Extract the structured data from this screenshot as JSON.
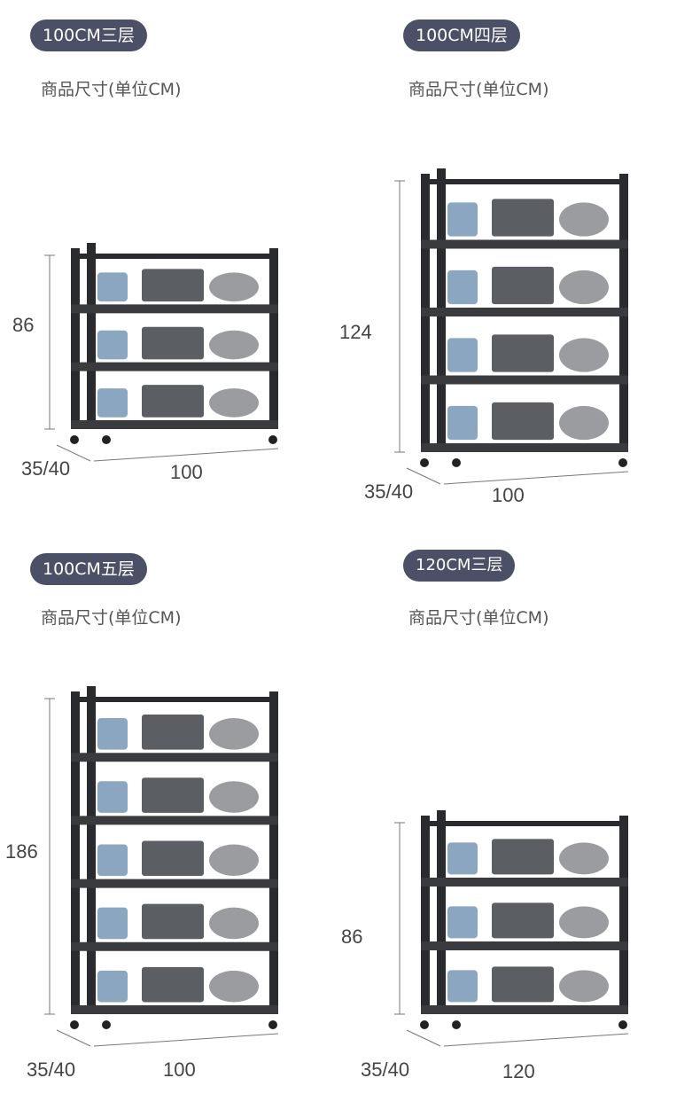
{
  "variants": [
    {
      "badge": "100CM三层",
      "subtitle": "商品尺寸(单位CM)",
      "height": "86",
      "depth": "35/40",
      "width": "100",
      "tiers": 3
    },
    {
      "badge": "100CM四层",
      "subtitle": "商品尺寸(单位CM)",
      "height": "124",
      "depth": "35/40",
      "width": "100",
      "tiers": 4
    },
    {
      "badge": "100CM五层",
      "subtitle": "商品尺寸(单位CM)",
      "height": "186",
      "depth": "35/40",
      "width": "100",
      "tiers": 5
    },
    {
      "badge": "120CM三层",
      "subtitle": "商品尺寸(单位CM)",
      "height": "86",
      "depth": "35/40",
      "width": "120",
      "tiers": 3
    }
  ],
  "colors": {
    "badge_bg": "#4b5066",
    "rack": "#2a2b2e",
    "shelf": "#3a3b3f"
  }
}
